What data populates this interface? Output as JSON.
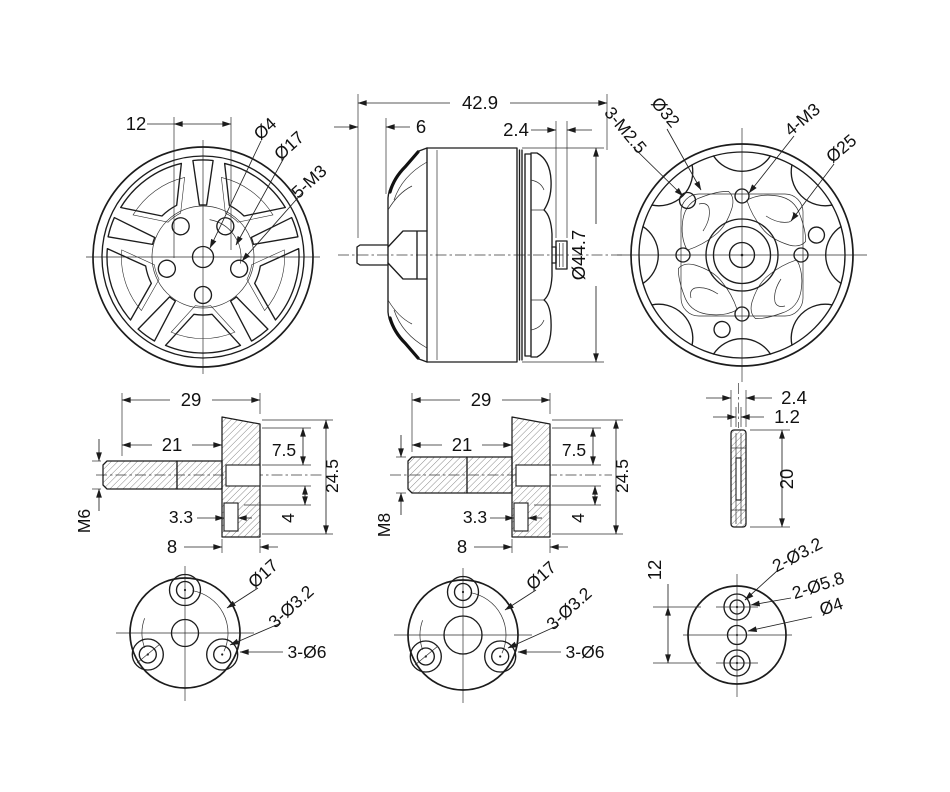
{
  "colors": {
    "line": "#1c1c1c",
    "background": "#ffffff"
  },
  "front": {
    "pitch": "12",
    "shaft_dia": "Ø4",
    "bolt_circle": "Ø17",
    "holes": "5-M3"
  },
  "side": {
    "length": "42.9",
    "boss": "6",
    "washer": "2.4",
    "diameter": "Ø44.7"
  },
  "rear": {
    "holes_small": "3-M2.5",
    "circle_outer": "Ø32",
    "holes": "4-M3",
    "circle_inner": "Ø25"
  },
  "adapter6": {
    "length": "29",
    "shaft_length": "21",
    "depth": "7.5",
    "flange": "24.5",
    "thread": "M6",
    "slot": "3.3",
    "step": "4",
    "hub": "8"
  },
  "adapter8": {
    "length": "29",
    "shaft_length": "21",
    "depth": "7.5",
    "flange": "24.5",
    "thread": "M8",
    "slot": "3.3",
    "step": "4",
    "hub": "8"
  },
  "washer": {
    "outer": "2.4",
    "inner": "1.2",
    "height": "20"
  },
  "flange6": {
    "bolt_circle": "Ø17",
    "holes": "3-Ø3.2",
    "counterbores": "3-Ø6"
  },
  "flange8": {
    "bolt_circle": "Ø17",
    "holes": "3-Ø3.2",
    "counterbores": "3-Ø6"
  },
  "spacer": {
    "pitch": "12",
    "holes": "2-Ø3.2",
    "counterbores": "2-Ø5.8",
    "center_hole": "Ø4"
  }
}
